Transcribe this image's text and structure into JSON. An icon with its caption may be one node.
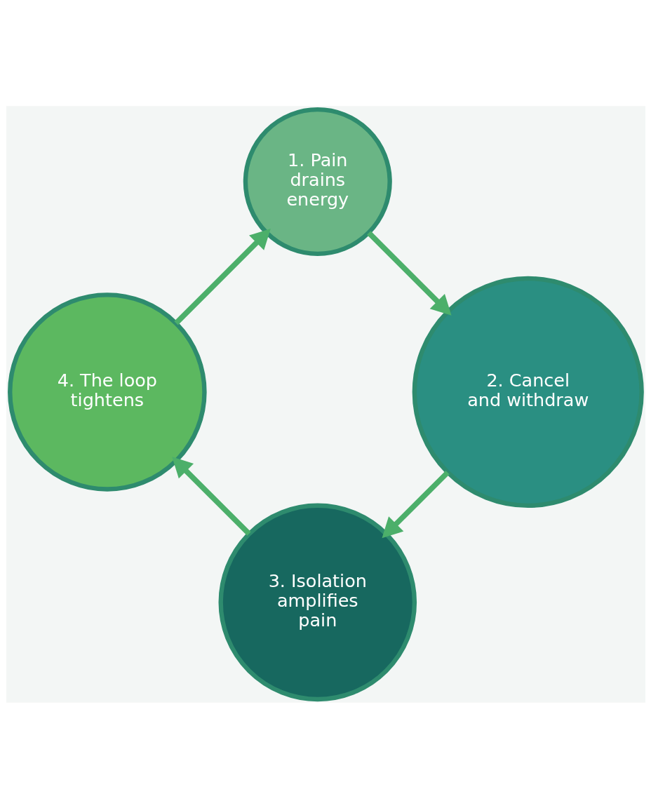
{
  "diagram": {
    "nodes": [
      {
        "text": [
          "1. Pain drains energy"
        ]
      },
      {
        "text": [
          "2. Cancel and withdraw"
        ]
      },
      {
        "text": [
          "3. Isolation amplifies pain"
        ]
      },
      {
        "text": [
          "4. The loop tightens"
        ]
      }
    ],
    "edges": [
      {
        "from": 0,
        "to": 1,
        "arrow": "to"
      },
      {
        "from": 1,
        "to": 2,
        "arrow": "to"
      },
      {
        "from": 2,
        "to": 3,
        "arrow": "to"
      },
      {
        "from": 3,
        "to": 0,
        "arrow": "to"
      }
    ]
  }
}
